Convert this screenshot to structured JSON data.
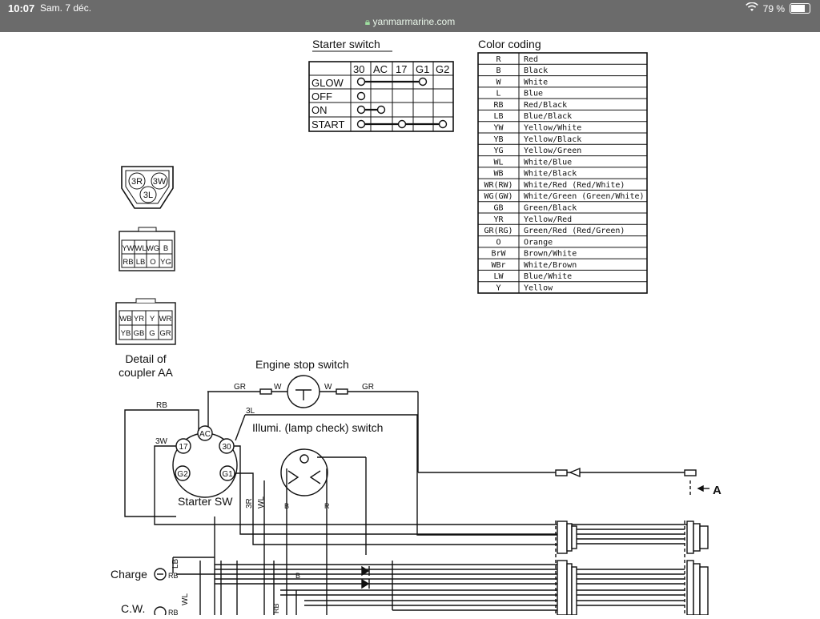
{
  "status_bar": {
    "time": "10:07",
    "date": "Sam. 7 déc.",
    "url": "yanmarmarine.com",
    "battery": "79 %",
    "battery_level": 0.79
  },
  "starter_switch": {
    "title": "Starter switch",
    "columns": [
      "30",
      "AC",
      "17",
      "G1",
      "G2"
    ],
    "rows": [
      "GLOW",
      "OFF",
      "ON",
      "START"
    ]
  },
  "color_coding": {
    "title": "Color coding",
    "entries": [
      {
        "code": "R",
        "name": "Red"
      },
      {
        "code": "B",
        "name": "Black"
      },
      {
        "code": "W",
        "name": "White"
      },
      {
        "code": "L",
        "name": "Blue"
      },
      {
        "code": "RB",
        "name": "Red/Black"
      },
      {
        "code": "LB",
        "name": "Blue/Black"
      },
      {
        "code": "YW",
        "name": "Yellow/White"
      },
      {
        "code": "YB",
        "name": "Yellow/Black"
      },
      {
        "code": "YG",
        "name": "Yellow/Green"
      },
      {
        "code": "WL",
        "name": "White/Blue"
      },
      {
        "code": "WB",
        "name": "White/Black"
      },
      {
        "code": "WR(RW)",
        "name": "White/Red (Red/White)"
      },
      {
        "code": "WG(GW)",
        "name": "White/Green (Green/White)"
      },
      {
        "code": "GB",
        "name": "Green/Black"
      },
      {
        "code": "YR",
        "name": "Yellow/Red"
      },
      {
        "code": "GR(RG)",
        "name": "Green/Red (Red/Green)"
      },
      {
        "code": "O",
        "name": "Orange"
      },
      {
        "code": "BrW",
        "name": "Brown/White"
      },
      {
        "code": "WBr",
        "name": "White/Brown"
      },
      {
        "code": "LW",
        "name": "Blue/White"
      },
      {
        "code": "Y",
        "name": "Yellow"
      }
    ]
  },
  "couplers": {
    "tri": [
      "3R",
      "3W",
      "3L"
    ],
    "six_top": [
      "YW",
      "WL",
      "WG",
      "B"
    ],
    "six_bottom": [
      "RB",
      "LB",
      "O",
      "YG"
    ],
    "eight_top": [
      "WB",
      "YR",
      "Y",
      "WR"
    ],
    "eight_bottom": [
      "YB",
      "GB",
      "G",
      "GR"
    ],
    "detail_label_1": "Detail of",
    "detail_label_2": "coupler AA"
  },
  "wiring": {
    "engine_stop_label": "Engine stop switch",
    "illumi_label": "Illumi. (lamp check) switch",
    "starter_sw_label": "Starter SW",
    "charge_label": "Charge",
    "cw_label": "C.W.",
    "marker_a": "A",
    "terminals": [
      "AC",
      "17",
      "30",
      "G2",
      "G1"
    ],
    "wire_labels": {
      "gr_left": "GR",
      "w_left": "W",
      "w_right": "W",
      "gr_right": "GR",
      "rb_top": "RB",
      "l3": "3L",
      "w3": "3W",
      "r3": "3R",
      "wl": "WL",
      "b": "B",
      "r": "R",
      "lb": "LB",
      "rb_charge": "RB",
      "wl_cw": "WL",
      "rb_v": "RB",
      "b_charge": "B",
      "rb_cw": "RB"
    }
  }
}
